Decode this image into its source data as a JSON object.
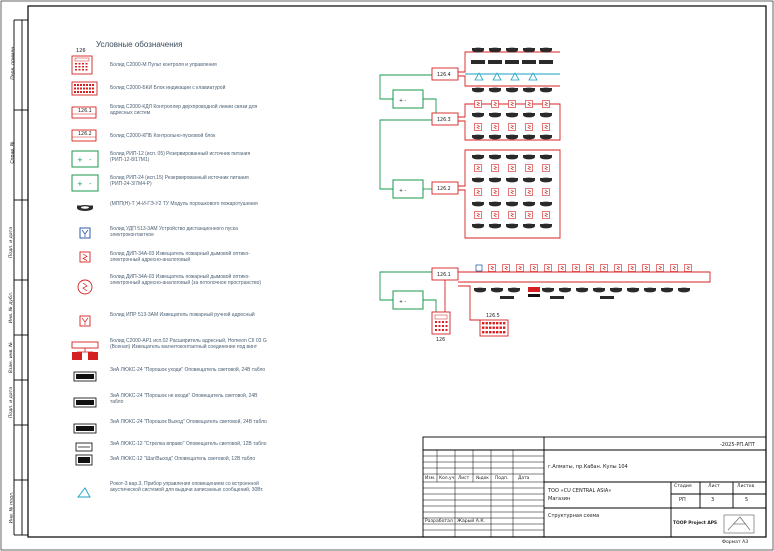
{
  "sidebar": {
    "labels": [
      "Перв. примен.",
      "Справ. №",
      "Подп. и дата",
      "Инв. № дубл.",
      "Взам. инв. №",
      "Подп. и дата",
      "Инв. № подл."
    ]
  },
  "legend": {
    "title": "Условные обозначения",
    "header_tag": "126",
    "items": [
      {
        "icon": "control-panel-icon",
        "text": "Болид С2000-М Пульт контроля и управления"
      },
      {
        "icon": "indication-block-icon",
        "text": "Болид С2000-БКИ Блок индикации с клавиатурой"
      },
      {
        "icon": "kdl-controller-icon",
        "tag": "126.1",
        "text": "Болид С2000-КДЛ Контроллер двухпроводной линии связи для адресных систем"
      },
      {
        "icon": "ppk-block-icon",
        "tag": "126.2",
        "text": "Болид С2000-КПБ Контрольно-пусковой блок"
      },
      {
        "icon": "rip12-icon",
        "text": "Болид РИП-12 (исп. 05) Резервированный источник питания (РИП-12-8/17М1)"
      },
      {
        "icon": "rip24-icon",
        "text": "Болид РИП-24 (исп.15) Резервированный источник питания (РИП-24-3/7М4-Р)"
      },
      {
        "icon": "extinguisher-module-icon",
        "text": "(МПП(Н)-Т )4-И-ГЭ-У2 ТУ Модуль порошкового пожаротушения"
      },
      {
        "icon": "remote-start-icon",
        "text": "Болид УДП 513-3АМ Устройство дистанционного пуска электроконтактное"
      },
      {
        "icon": "smoke-detector-icon",
        "text": "Болид ДИП-34А-03 Извещатель пожарный дымовой оптико-электронный адресно-аналоговый"
      },
      {
        "icon": "smoke-detector-ceiling-icon",
        "text": "Болид ДИП-34А-03 Извещатель пожарный дымовой оптико-электронный адресно-аналоговый (за потолочное пространство)"
      },
      {
        "icon": "manual-call-point-icon",
        "text": "Болид ИПР 513-3АМ Извещатель пожарный ручной адресный"
      },
      {
        "icon": "expander-icon",
        "text": "Болид С2000-АР1 исп.02 Расширитель адресный, Homeon CII 03 G (Всенап) Извещатель магнитоконтактный соединение под винт"
      },
      {
        "icon": "sign-powder-icon",
        "text": "ЗиА ЛЮКС-24 \"Порошок уходи\" Оповещатель световой, 24В табло"
      },
      {
        "icon": "sign-no-enter-icon",
        "text": "ЗиА ЛЮКС-24 \"Порошок не входи\" Оповещатель световой, 24В табло"
      },
      {
        "icon": "sign-auto-icon",
        "text": "ЗиА ЛЮКС-24 \"Порошок Выход\" Оповещатель световой, 24В табло"
      },
      {
        "icon": "sign-arrow-icon",
        "text": "ЗиА ЛЮКС-12 \"Стрелка вправо\" Оповещатель световой, 12В табло"
      },
      {
        "icon": "sign-exit-icon",
        "text": "ЗиА ЛЮКС-12 \"Шаг/Выход\" Оповещатель световой, 12В табло"
      },
      {
        "icon": "speaker-icon",
        "text": "Рокот-3 вар.3, Прибор управления оповещением со встроенной акустической системой для выдачи записанных сообщений, 30Вт."
      }
    ]
  },
  "diagram": {
    "tags": {
      "a": "126.4",
      "b": "126.3",
      "c": "126.2",
      "d": "126.1",
      "e": "126.5",
      "f": "126"
    },
    "psu_label": "+ -"
  },
  "title_block": {
    "doc_code": "-2025-РП.АПТ",
    "address": "г.Алматы, пр.Кабан. Кулы 104",
    "object_line1": "ТОО «CU CENTRAL ASIA»",
    "object_line2": "Магазин",
    "sheet_title": "Структурная схема",
    "col_headers": [
      "Изм.",
      "Кол.уч",
      "Лист",
      "№док",
      "Подп.",
      "Дата"
    ],
    "author_role": "Разработал",
    "author_name": "Жарый А.К.",
    "stage_header": "Стадия",
    "sheet_header": "Лист",
    "sheets_header": "Листов",
    "stage": "РП",
    "sheet": "3",
    "sheets": "5",
    "company": "TOOP Project APS",
    "format_label": "Формат А3"
  },
  "colors": {
    "red": "#d42020",
    "green": "#1a9a4a",
    "blue": "#1a4aa0",
    "cyan": "#1aa0c0",
    "text": "#4a5f73"
  }
}
